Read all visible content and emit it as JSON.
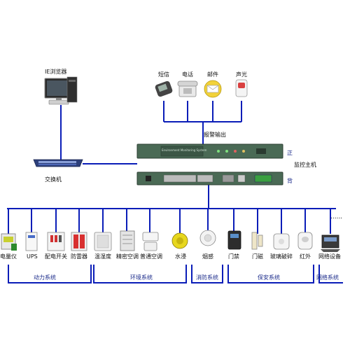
{
  "computer": {
    "label": "IE浏览器"
  },
  "switch": {
    "label": "交换机"
  },
  "alarm": {
    "title": "报警输出",
    "devices": [
      {
        "label": "短信",
        "icon": "phone-icon"
      },
      {
        "label": "电话",
        "icon": "telephone-icon"
      },
      {
        "label": "邮件",
        "icon": "email-icon"
      },
      {
        "label": "声光",
        "icon": "siren-icon"
      }
    ]
  },
  "host": {
    "label": "监控主机",
    "front_label": "正",
    "back_label": "背",
    "panel_text": "Environment Monitoring System"
  },
  "devices": [
    {
      "label": "电量仪",
      "icon": "power-meter-icon"
    },
    {
      "label": "UPS",
      "icon": "ups-icon"
    },
    {
      "label": "配电开关",
      "icon": "breaker-icon"
    },
    {
      "label": "防雷器",
      "icon": "surge-protector-icon"
    },
    {
      "label": "温湿度",
      "icon": "temp-humidity-sensor-icon"
    },
    {
      "label": "精密空调",
      "icon": "precision-ac-icon"
    },
    {
      "label": "普通空调",
      "icon": "ac-icon"
    },
    {
      "label": "水浸",
      "icon": "water-leak-sensor-icon"
    },
    {
      "label": "烟感",
      "icon": "smoke-detector-icon"
    },
    {
      "label": "门禁",
      "icon": "access-control-icon"
    },
    {
      "label": "门磁",
      "icon": "door-sensor-icon"
    },
    {
      "label": "玻璃破碎",
      "icon": "glass-break-sensor-icon"
    },
    {
      "label": "红外",
      "icon": "infrared-sensor-icon"
    },
    {
      "label": "网络设备",
      "icon": "network-device-icon"
    }
  ],
  "more": "......",
  "systems": [
    {
      "label": "动力系统"
    },
    {
      "label": "环境系统"
    },
    {
      "label": "消防系统"
    },
    {
      "label": "保安系统"
    },
    {
      "label": "网络系统"
    }
  ],
  "colors": {
    "line": "#0a1db8",
    "text": "#111111",
    "system_text": "#1a2a8a",
    "host_body": "#4a6a55"
  }
}
